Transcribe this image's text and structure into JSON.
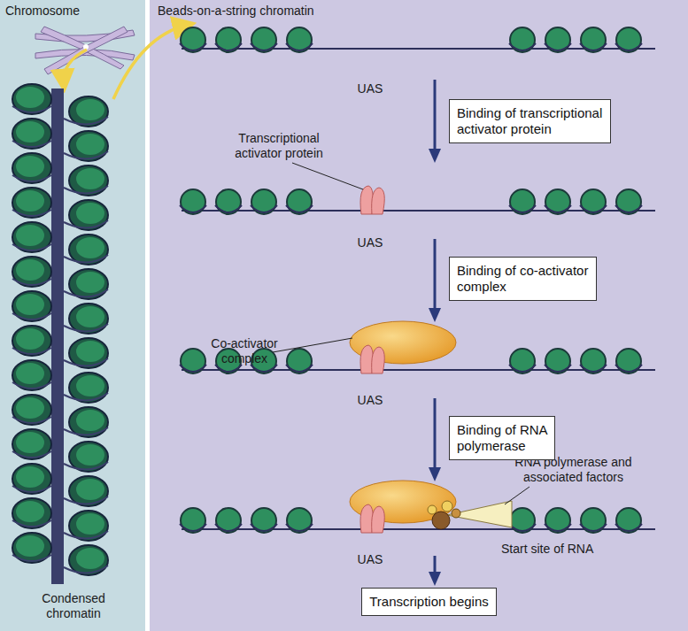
{
  "diagram": {
    "nodes": [
      {
        "text": [
          "Binding of transcriptional activator protein"
        ]
      },
      {
        "text": [
          "Binding of co-activator complex"
        ]
      },
      {
        "text": [
          "Binding of RNA polymerase"
        ]
      },
      {
        "text": [
          "Transcription begins"
        ]
      }
    ],
    "labels": [
      "Chromosome",
      "Beads-on-a-string chromatin",
      "UAS",
      "Transcriptional activator protein",
      "UAS",
      "Co-activator complex",
      "UAS",
      "RNA polymerase and associated factors",
      "Start site of RNA",
      "UAS",
      "Condensed chromatin"
    ]
  }
}
